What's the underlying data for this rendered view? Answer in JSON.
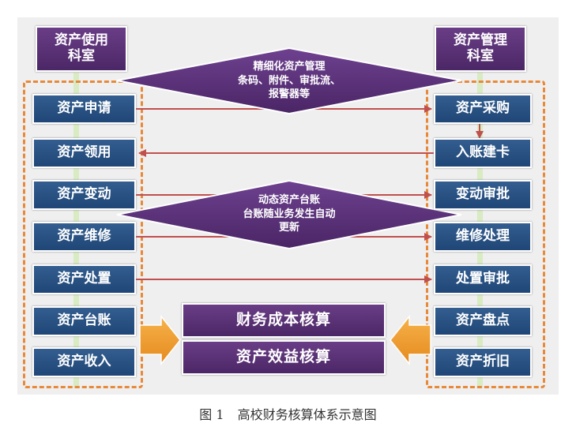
{
  "left_header": [
    "资产使用",
    "科室"
  ],
  "right_header": [
    "资产管理",
    "科室"
  ],
  "left_items": [
    "资产申请",
    "资产领用",
    "资产变动",
    "资产维修",
    "资产处置",
    "资产台账",
    "资产收入"
  ],
  "right_items": [
    "资产采购",
    "入账建卡",
    "变动审批",
    "维修处理",
    "处置审批",
    "资产盘点",
    "资产折旧"
  ],
  "top_diamond": [
    "精细化资产管理",
    "条码、附件、审批流、",
    "报警器等"
  ],
  "mid_diamond": [
    "动态资产台账",
    "台账随业务发生自动",
    "更新"
  ],
  "center_boxes": [
    "财务成本核算",
    "资产效益核算"
  ],
  "caption": {
    "label": "图 1",
    "text": "高校财务核算体系示意图"
  },
  "colors": {
    "item_blue": "#2a5384",
    "purple": "#5a3278",
    "arrow_red": "#c0504d",
    "dash_orange": "#e8893a",
    "block_arrow": "#f0a030"
  }
}
